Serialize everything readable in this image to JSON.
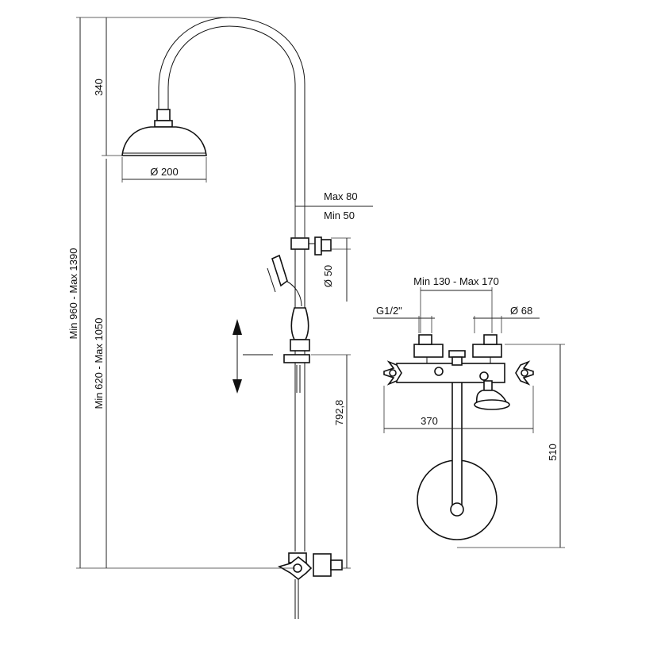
{
  "dimensions": {
    "total_height": "Min 960 - Max 1390",
    "inner_height": "Min 620 - Max 1050",
    "head_drop": "340",
    "head_diameter": "Ø 200",
    "offset_max": "Max 80",
    "offset_min": "Min 50",
    "bracket_diameter": "Ø 50",
    "slide_height": "792,8",
    "centers": "Min 130 - Max 170",
    "thread": "G1/2\"",
    "flange_diameter": "Ø 68",
    "mixer_width": "370",
    "bottom_height": "510"
  }
}
